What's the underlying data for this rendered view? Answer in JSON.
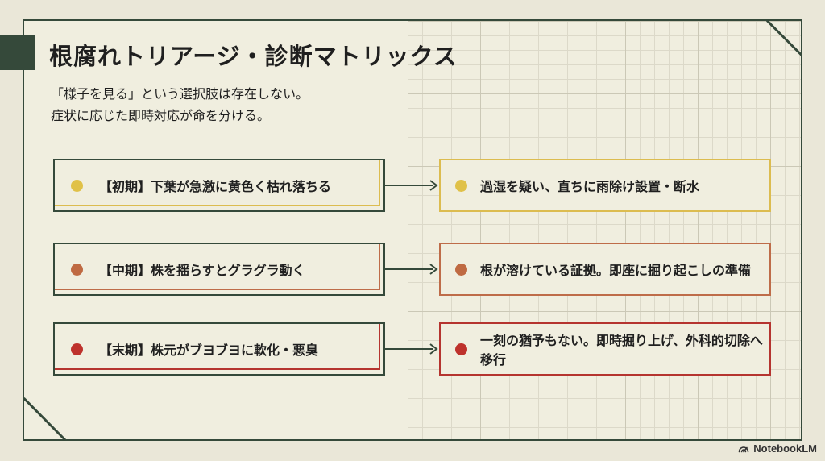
{
  "slide": {
    "title": "根腐れトリアージ・診断マトリックス",
    "subtitle": [
      "「様子を見る」という選択肢は存在しない。",
      "症状に応じた即時対応が命を分ける。"
    ]
  },
  "rows": [
    {
      "symptom": "【初期】下葉が急激に黄色く枯れ落ちる",
      "action": "過湿を疑い、直ちに雨除け設置・断水",
      "accent": "#DCBC50",
      "dot": "#E0C148"
    },
    {
      "symptom": "【中期】株を揺らすとグラグラ動く",
      "action": "根が溶けている証拠。即座に掘り起こしの準備",
      "accent": "#BE6C49",
      "dot": "#BF6A42"
    },
    {
      "symptom": "【末期】株元がブヨブヨに軟化・悪臭",
      "action": "一刻の猶予もない。即時掘り上げ、外科的切除へ移行",
      "accent": "#B5342F",
      "dot": "#BE322C"
    }
  ],
  "branding": {
    "name": "NotebookLM"
  },
  "colors": {
    "green": "#35493A",
    "cream_outer": "#EAE7D8",
    "cream_card": "#F0EEDF",
    "grid_minor": "#DCD9C9",
    "grid_major": "#CBC8B6",
    "text_dark": "#1F1F1F",
    "logo_text": "#333333"
  }
}
